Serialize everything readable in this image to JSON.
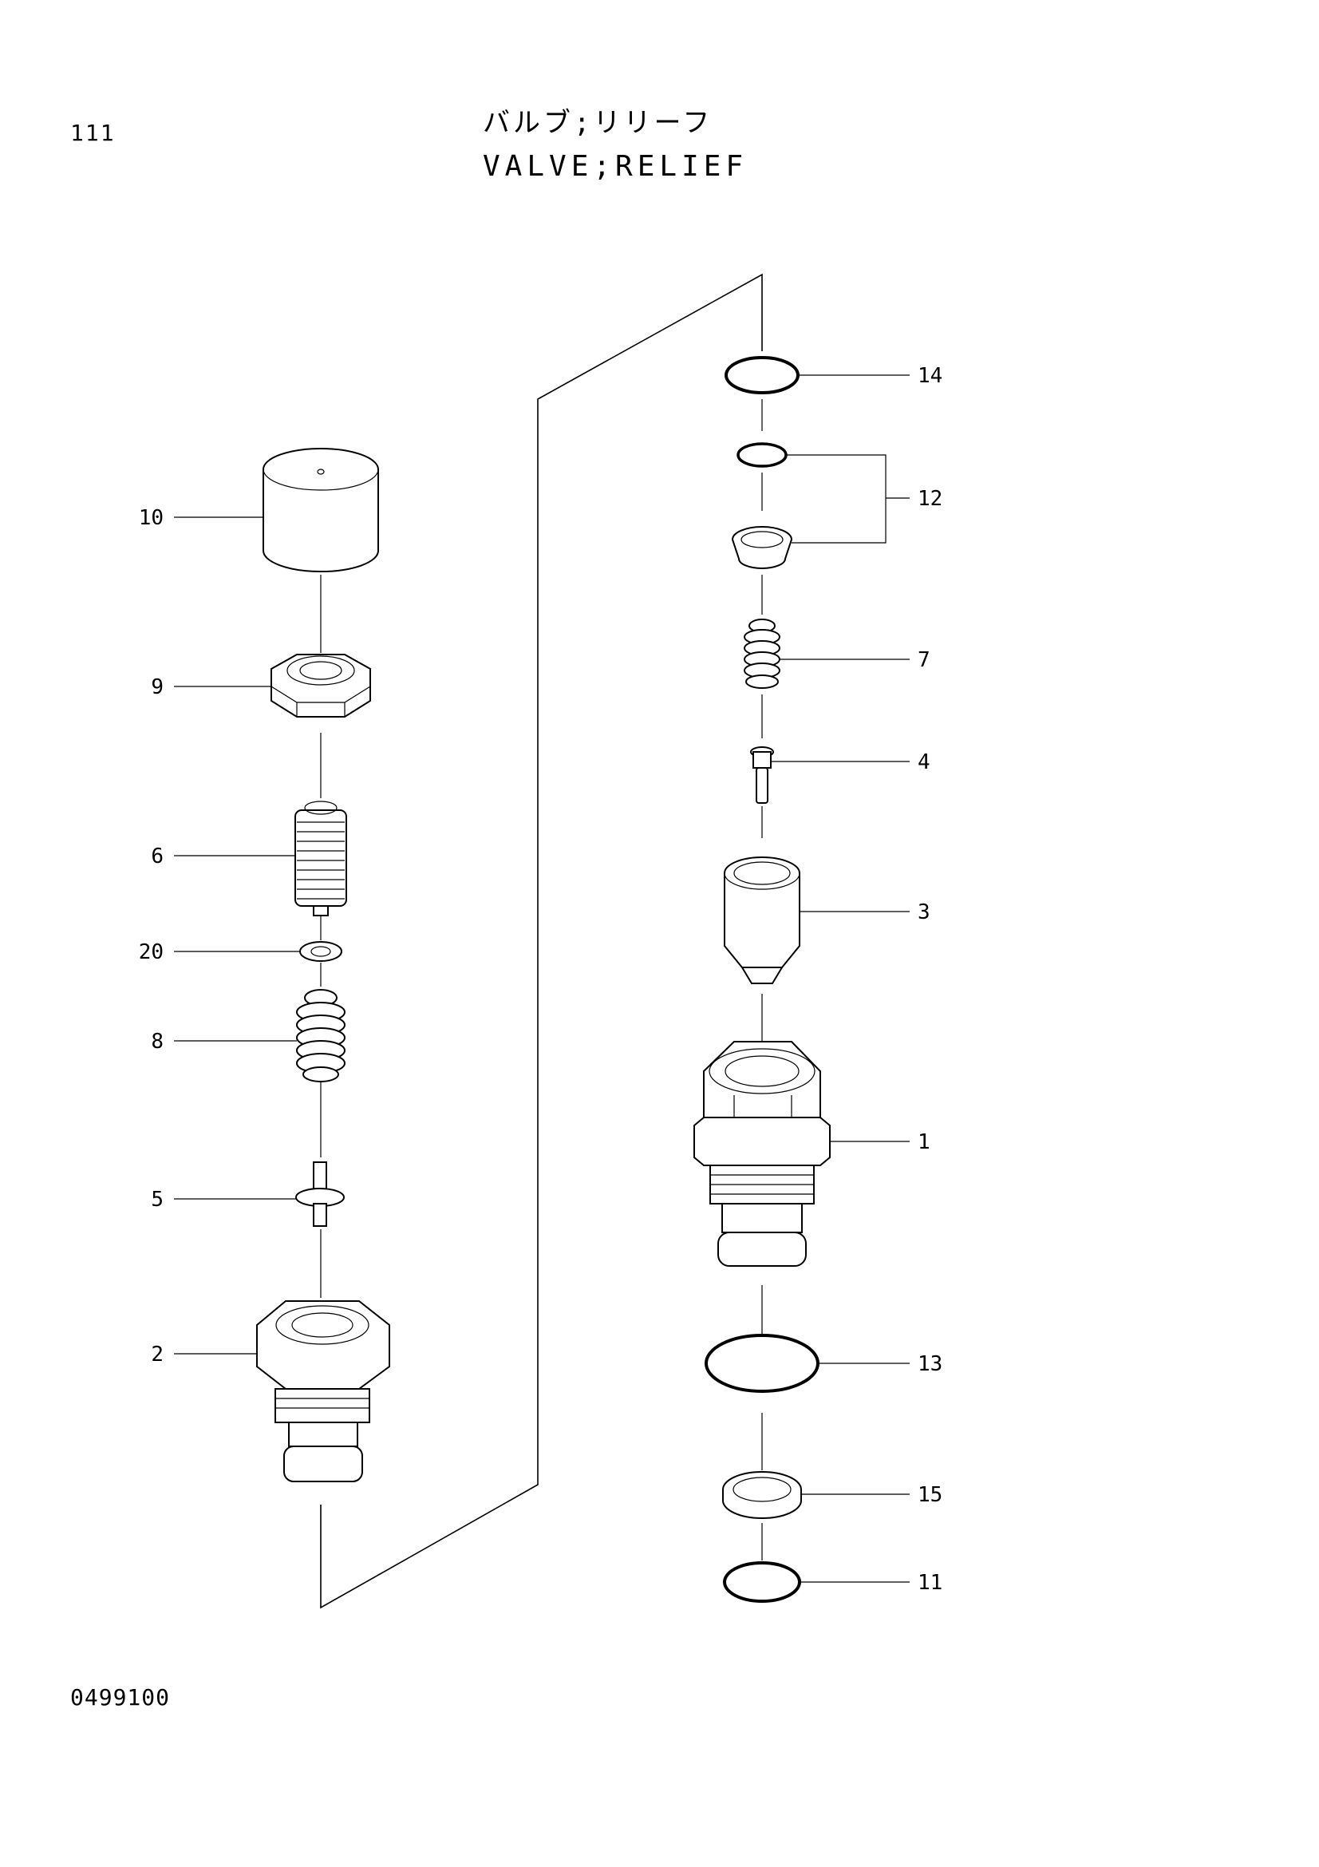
{
  "page_number": "111",
  "title_jp": "バルブ;リリーフ",
  "title_en": "VALVE;RELIEF",
  "drawing_number": "0499100",
  "callouts": {
    "p1": "1",
    "p2": "2",
    "p3": "3",
    "p4": "4",
    "p5": "5",
    "p6": "6",
    "p7": "7",
    "p8": "8",
    "p9": "9",
    "p10": "10",
    "p11": "11",
    "p12": "12",
    "p13": "13",
    "p14": "14",
    "p15": "15",
    "p20": "20"
  }
}
